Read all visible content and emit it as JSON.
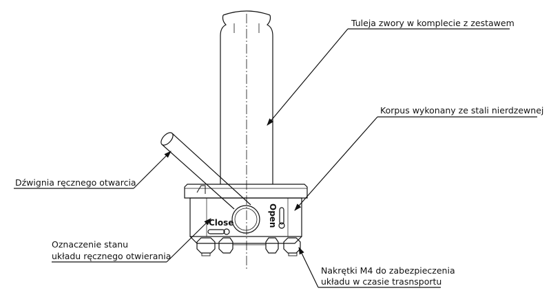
{
  "labels": {
    "tube": "Tuleja zwory w komplecie z zestawem",
    "body": "Korpus wykonany ze stali nierdzewnej",
    "lever": "Dźwignia ręcznego otwarcia",
    "state_line1": "Oznaczenie stanu",
    "state_line2": "układu ręcznego otwierania",
    "nuts_line1": "Nakrętki M4 do zabezpieczenia",
    "nuts_line2": "układu w czasie trasnsportu"
  },
  "markings": {
    "close": "Close",
    "open": "Open"
  },
  "colors": {
    "line": "#111111",
    "background": "#ffffff"
  }
}
